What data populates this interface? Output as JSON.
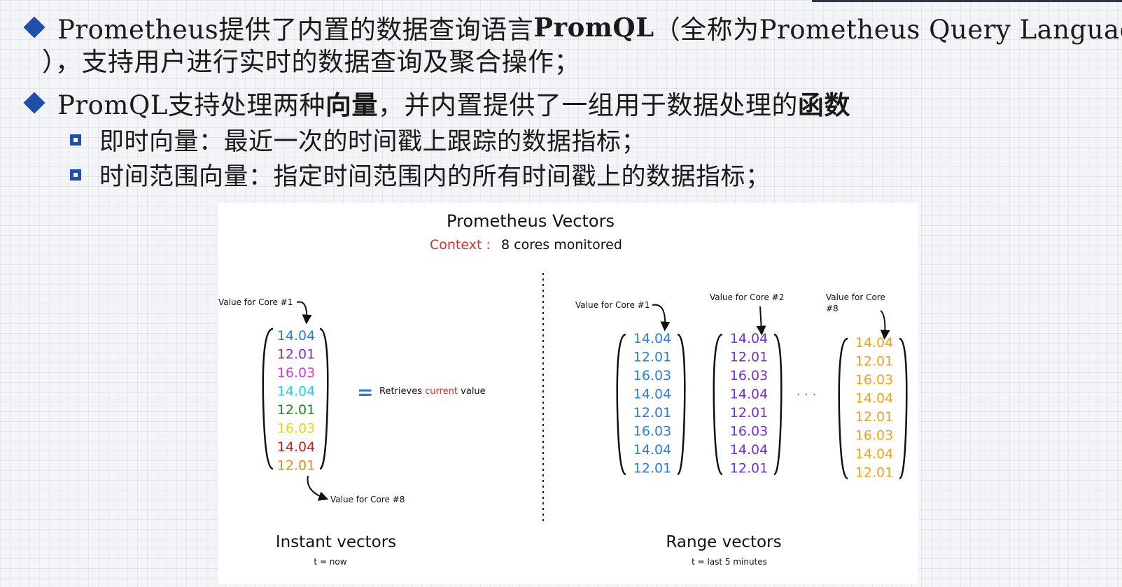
{
  "bullets": {
    "b1_line1_prefix": "Prometheus提供了内置的数据查询语言",
    "b1_line1_bold": "PromQL",
    "b1_line1_suffix": "（全称为Prometheus Query Language",
    "b1_line2": "），支持用户进行实时的数据查询及聚合操作；",
    "b2_prefix": "PromQL支持处理两种",
    "b2_bold1": "向量",
    "b2_middle": "，并内置提供了一组用于数据处理的",
    "b2_bold2": "函数",
    "sub1": "即时向量：最近一次的时间戳上跟踪的数据指标；",
    "sub2": "时间范围向量：指定时间范围内的所有时间戳上的数据指标；"
  },
  "diagram": {
    "title": "Prometheus Vectors",
    "context_label": "Context :",
    "context_value": "8 cores monitored",
    "instant": {
      "label_core1": "Value for Core #1",
      "label_core8": "Value for Core #8",
      "values": [
        "14.04",
        "12.01",
        "16.03",
        "14.04",
        "12.01",
        "16.03",
        "14.04",
        "12.01"
      ],
      "colors": [
        "#2a7de1",
        "#7b2fd6",
        "#d63fd0",
        "#1fd3e6",
        "#1a8a1a",
        "#f2d20a",
        "#c91c1c",
        "#e88a1a"
      ],
      "equals": "=",
      "retrieves_prefix": "Retrieves",
      "retrieves_current": "current",
      "retrieves_suffix": "value",
      "caption": "Instant vectors",
      "sub": "t = now"
    },
    "range": {
      "label_core1": "Value for Core #1",
      "label_core2": "Value for Core #2",
      "label_core8_line1": "Value for Core",
      "label_core8_line2": "#8",
      "values": [
        "14.04",
        "12.01",
        "16.03",
        "14.04",
        "12.01",
        "16.03",
        "14.04",
        "12.01"
      ],
      "col_colors": [
        "#2a7de1",
        "#7b2fd6",
        "#f2a11a"
      ],
      "ellipsis": "· · ·",
      "caption": "Range vectors",
      "sub": "t = last 5 minutes"
    },
    "colors": {
      "accent_blue": "#1f4fa8",
      "context_red": "#d0342c",
      "current_red": "#d0342c",
      "equals_blue": "#2a7de1"
    }
  }
}
